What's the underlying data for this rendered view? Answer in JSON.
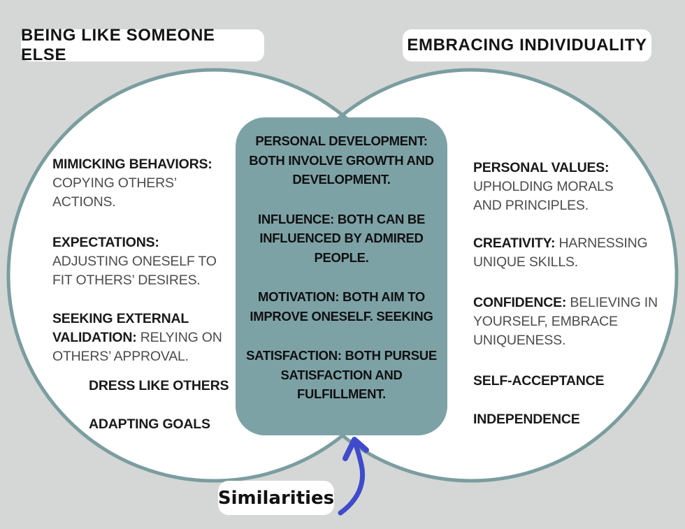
{
  "background_color": "#d4d7d5",
  "left_circle": {
    "title": "BEING LIKE SOMEONE ELSE",
    "outline_color": "#7b9da0",
    "fill_color": "#ffffff",
    "items": [
      {
        "label": "MIMICKING BEHAVIORS:",
        "desc": "\nCOPYING OTHERS’\nACTIONS."
      },
      {
        "label": "EXPECTATIONS:",
        "desc": "\nADJUSTING ONESELF TO\nFIT OTHERS’ DESIRES."
      },
      {
        "label": "SEEKING EXTERNAL\nVALIDATION:",
        "desc": " RELYING ON\nOTHERS’ APPROVAL."
      },
      {
        "label": "DRESS LIKE OTHERS",
        "desc": ""
      },
      {
        "label": "ADAPTING GOALS",
        "desc": ""
      }
    ]
  },
  "right_circle": {
    "title": "EMBRACING INDIVIDUALITY",
    "outline_color": "#7b9da0",
    "fill_color": "#ffffff",
    "items": [
      {
        "label": "PERSONAL VALUES:",
        "desc": "\nUPHOLDING MORALS\nAND PRINCIPLES."
      },
      {
        "label": "CREATIVITY:",
        "desc": " HARNESSING\nUNIQUE SKILLS."
      },
      {
        "label": "CONFIDENCE:",
        "desc": " BELIEVING IN\nYOURSELF, EMBRACE\nUNIQUENESS."
      },
      {
        "label": "SELF-ACCEPTANCE",
        "desc": ""
      },
      {
        "label": "INDEPENDENCE",
        "desc": ""
      }
    ]
  },
  "intersection": {
    "box_color": "#7da2a6",
    "paragraphs": [
      "PERSONAL DEVELOPMENT:\nBOTH INVOLVE GROWTH AND\nDEVELOPMENT.",
      "INFLUENCE: BOTH CAN BE\nINFLUENCED BY ADMIRED\nPEOPLE.",
      "MOTIVATION: BOTH AIM TO\nIMPROVE ONESELF. SEEKING",
      "SATISFACTION: BOTH PURSUE\nSATISFACTION AND\nFULFILLMENT."
    ]
  },
  "annotation": {
    "label": "Similarities",
    "arrow_color": "#3f4bcb"
  }
}
